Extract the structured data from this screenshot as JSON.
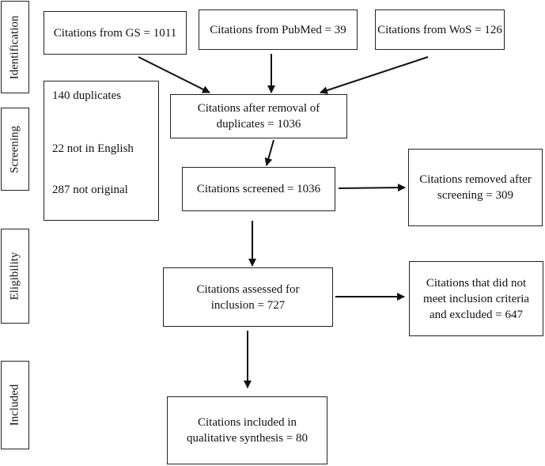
{
  "stages": {
    "identification": "Identification",
    "screening": "Screening",
    "eligibility": "Eligibility",
    "included": "Included"
  },
  "boxes": {
    "gs": "Citations from GS = 1011",
    "pubmed": "Citations from PubMed = 39",
    "wos": "Citations from WoS = 126",
    "after_dup": "Citations after removal of duplicates = 1036",
    "screened": "Citations screened = 1036",
    "removed": "Citations removed after screening = 309",
    "assessed": "Citations assessed for inclusion = 727",
    "excluded": "Citations that did not meet inclusion criteria and excluded = 647",
    "included": "Citations included in qualitative synthesis = 80"
  },
  "exclusions": {
    "duplicates": "140 duplicates",
    "not_english": "22 not in English",
    "not_original": "287 not original"
  }
}
